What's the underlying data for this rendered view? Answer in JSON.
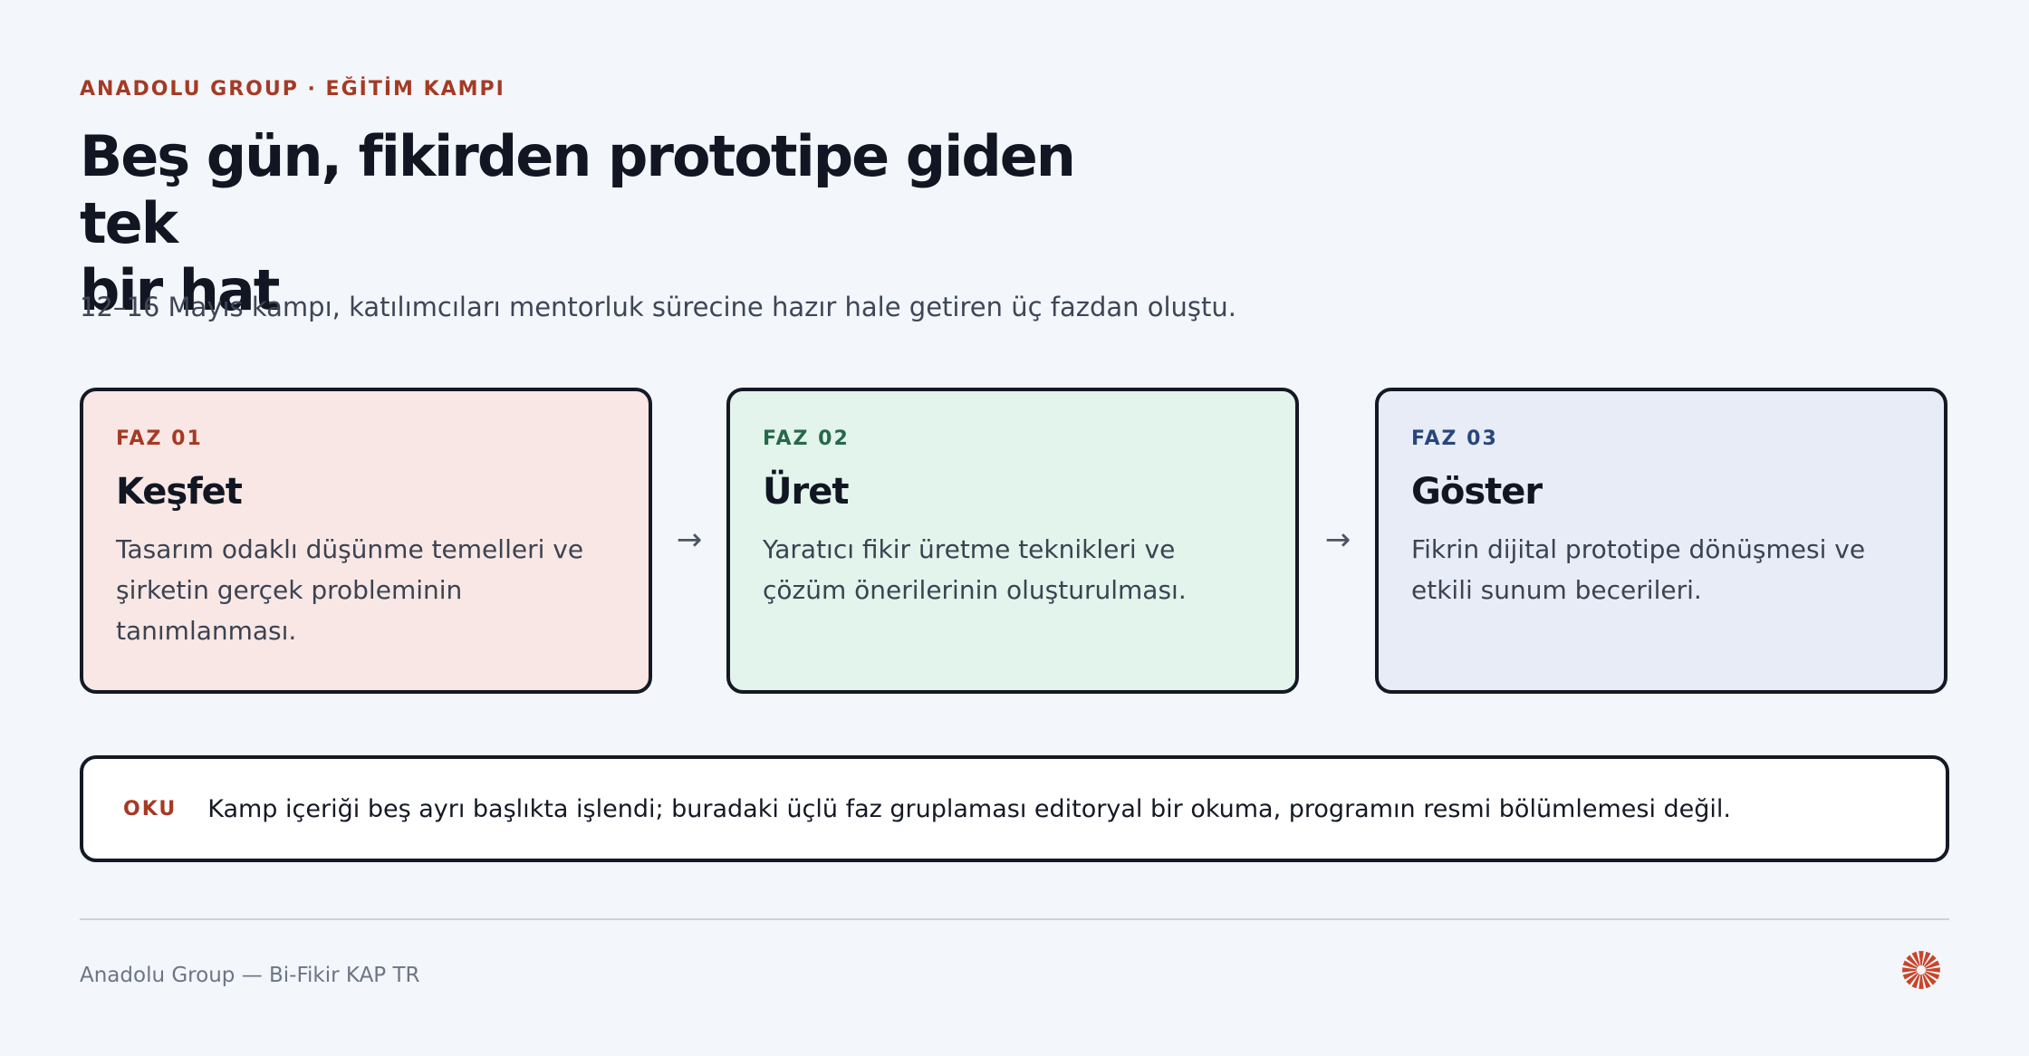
{
  "header": {
    "eyebrow": "ANADOLU GROUP · EĞİTİM KAMPI",
    "headline_line1": "Beş gün, fikirden prototipe giden tek",
    "headline_line2": "bir hat",
    "subhead": "12–16 Mayıs kampı, katılımcıları mentorluk sürecine hazır hale getiren üç fazdan oluştu."
  },
  "phases": [
    {
      "tag": "FAZ 01",
      "title": "Keşfet",
      "body": "Tasarım odaklı düşünme temelleri ve şirketin gerçek probleminin tanımlanması.",
      "accent": "#a53a24",
      "background": "#f8e7e4"
    },
    {
      "tag": "FAZ 02",
      "title": "Üret",
      "body": "Yaratıcı fikir üretme teknikleri ve çözüm önerilerinin oluşturulması.",
      "accent": "#26684a",
      "background": "#e2f4eb"
    },
    {
      "tag": "FAZ 03",
      "title": "Göster",
      "body": "Fikrin dijital prototipe dönüşmesi ve etkili sunum becerileri.",
      "accent": "#27467e",
      "background": "#e8ecf6"
    }
  ],
  "arrow_glyph": "→",
  "note": {
    "tag": "OKU",
    "text": "Kamp içeriği beş ayrı başlıkta işlendi; buradaki üçlü faz gruplaması editoryal bir okuma, programın resmi bölümlemesi değil."
  },
  "footer": {
    "text": "Anadolu Group — Bi-Fikir KAP TR",
    "logo_icon": "sunburst-logo-icon",
    "logo_color": "#c8452a"
  },
  "colors": {
    "page_background": "#f3f6fa",
    "ink": "#111622",
    "accent": "#a53a24"
  }
}
